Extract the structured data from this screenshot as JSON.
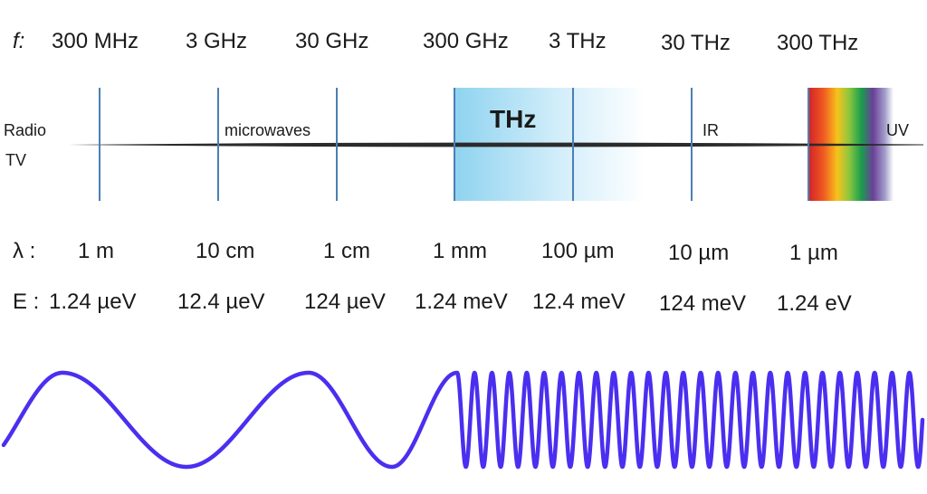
{
  "rows": {
    "frequency": {
      "symbol": "f:",
      "values": [
        "300 MHz",
        "3 GHz",
        "30 GHz",
        "300 GHz",
        "3 THz",
        "30 THz",
        "300 THz"
      ]
    },
    "wavelength": {
      "symbol": "λ :",
      "values": [
        "1 m",
        "10 cm",
        "1 cm",
        "1 mm",
        "100 µm",
        "10 µm",
        "1 µm"
      ]
    },
    "energy": {
      "symbol": "E :",
      "values": [
        "1.24 µeV",
        "12.4 µeV",
        "124 µeV",
        "1.24 meV",
        "12.4 meV",
        "124 meV",
        "1.24 eV"
      ]
    }
  },
  "bands": {
    "radio_line1": "Radio",
    "radio_line2": "TV",
    "microwaves": "microwaves",
    "thz": "THz",
    "ir": "IR",
    "uv": "UV"
  },
  "colors": {
    "divider": "#4a7fb5",
    "thz_highlight": "#8fd3ef",
    "wave": "#4a2ff0",
    "axis": "#2b2b2b"
  },
  "icons": {
    "visible_spectrum": "rainbow-gradient",
    "wave": "chirped-sine-wave"
  }
}
